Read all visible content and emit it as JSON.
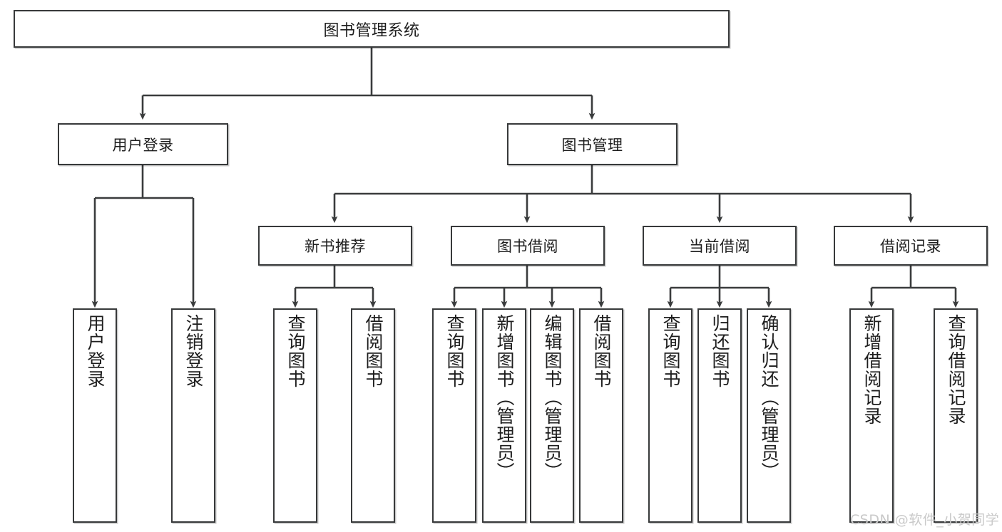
{
  "diagram": {
    "title": "图书管理系统",
    "type": "tree-hierarchy-diagram",
    "colors": {
      "box_border": "#37393a",
      "box_fill": "#ffffff",
      "connector": "#3a3c3d",
      "text": "#1d1d1d",
      "watermark": "#c9c9c9"
    },
    "root": {
      "label": "图书管理系统"
    },
    "level2": [
      {
        "label": "用户登录"
      },
      {
        "label": "图书管理"
      }
    ],
    "level3": [
      {
        "label": "新书推荐"
      },
      {
        "label": "图书借阅"
      },
      {
        "label": "当前借阅"
      },
      {
        "label": "借阅记录"
      }
    ],
    "leaves": {
      "user_login": [
        {
          "label": "用户登录"
        },
        {
          "label": "注销登录"
        }
      ],
      "new_book": [
        {
          "label": "查询图书"
        },
        {
          "label": "借阅图书"
        }
      ],
      "book_borrow": [
        {
          "label": "查询图书"
        },
        {
          "label": "新增图书（管理员）"
        },
        {
          "label": "编辑图书（管理员）"
        },
        {
          "label": "借阅图书"
        }
      ],
      "current_borrow": [
        {
          "label": "查询图书"
        },
        {
          "label": "归还图书"
        },
        {
          "label": "确认归还（管理员）"
        }
      ],
      "borrow_record": [
        {
          "label": "新增借阅记录"
        },
        {
          "label": "查询借阅记录"
        }
      ]
    },
    "watermark": "CSDN @软件_小贺同学"
  }
}
